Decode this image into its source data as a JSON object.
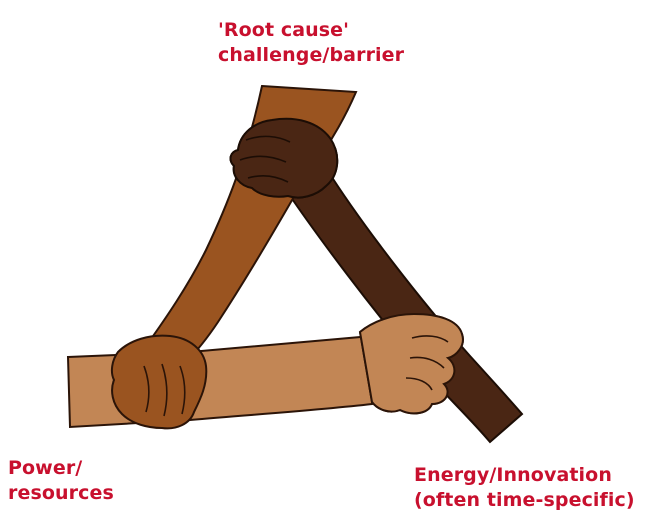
{
  "diagram": {
    "accent_color": "#c8102e",
    "labels": {
      "top": {
        "line1": "'Root cause'",
        "line2": "challenge/barrier"
      },
      "bottom_left": {
        "line1": "Power/",
        "line2": "resources"
      },
      "bottom_right": {
        "line1": "Energy/Innovation",
        "line2": "(often time-specific)"
      }
    },
    "arms": [
      {
        "name": "medium-brown-arm",
        "color": "#9a5420"
      },
      {
        "name": "dark-brown-arm",
        "color": "#4a2614"
      },
      {
        "name": "light-tan-arm",
        "color": "#c28655"
      }
    ]
  }
}
